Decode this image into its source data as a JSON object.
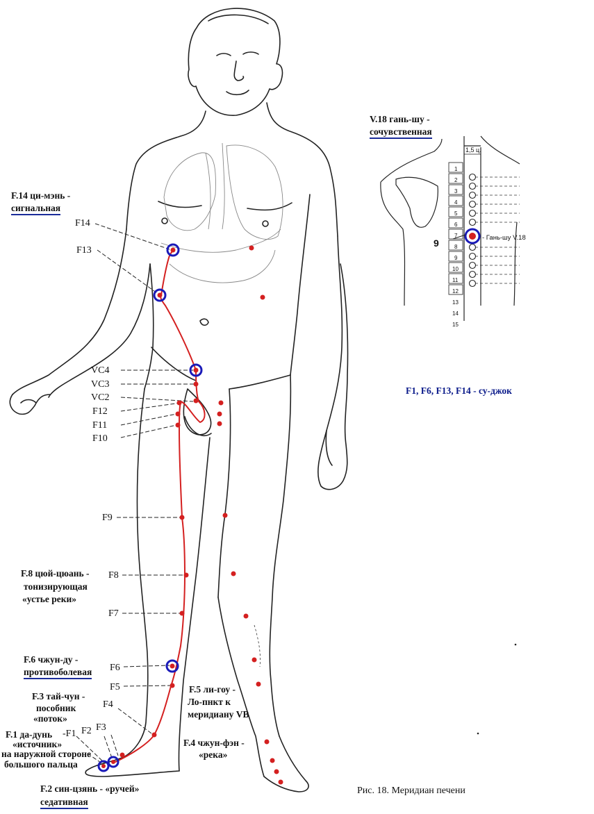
{
  "labels": {
    "f14_title": "F.14 ци-мэнь -",
    "f14_sub": "сигнальная",
    "f14": "F14",
    "f13": "F13",
    "vc4": "VC4",
    "vc3": "VC3",
    "vc2": "VC2",
    "f12": "F12",
    "f11": "F11",
    "f10": "F10",
    "f9": "F9",
    "f8_title": "F.8 цюй-цюань -",
    "f8_sub1": "тонизирующая",
    "f8_sub2": "«устье реки»",
    "f8": "F8",
    "f7": "F7",
    "f6_title": "F.6 чжун-ду -",
    "f6_sub": "противоболевая",
    "f6": "F6",
    "f5": "F5",
    "f5_title": "F.5 ли-гоу -",
    "f5_sub1": "Ло-пнкт к",
    "f5_sub2": "меридиану VB",
    "f3_title": "F.3 тай-чун -",
    "f3_sub1": "пособник",
    "f3_sub2": "«поток»",
    "f4": "F4",
    "f3": "F3",
    "f2": "F2",
    "f1": "-F1",
    "f1_title": "F.1 да-дунь",
    "f1_sub1": "«источник»",
    "f1_sub2": "на наружной стороне",
    "f1_sub3": "большого пальца",
    "f4_title": "F.4 чжун-фэн -",
    "f4_sub": "«река»",
    "f2_title": "F.2 син-цзянь - «ручей»",
    "f2_sub": "седативная",
    "v18_title": "V.18 гань-шу -",
    "v18_sub": "сочувственная",
    "v18_point": "- Гань-шу V.18",
    "nine": "9",
    "cun": "1,5 ц.",
    "sujok": "F1, F6, F13, F14 - су-джок",
    "caption": "Рис. 18. Меридиан печени"
  },
  "vertebrae": [
    "1",
    "2",
    "3",
    "4",
    "5",
    "6",
    "7",
    "8",
    "9",
    "10",
    "11",
    "12",
    "13",
    "14",
    "15"
  ],
  "colors": {
    "meridian": "#d42020",
    "ring": "#1a1ab8",
    "underline": "#1a2b9a",
    "blue_text": "#0a1a8a"
  }
}
